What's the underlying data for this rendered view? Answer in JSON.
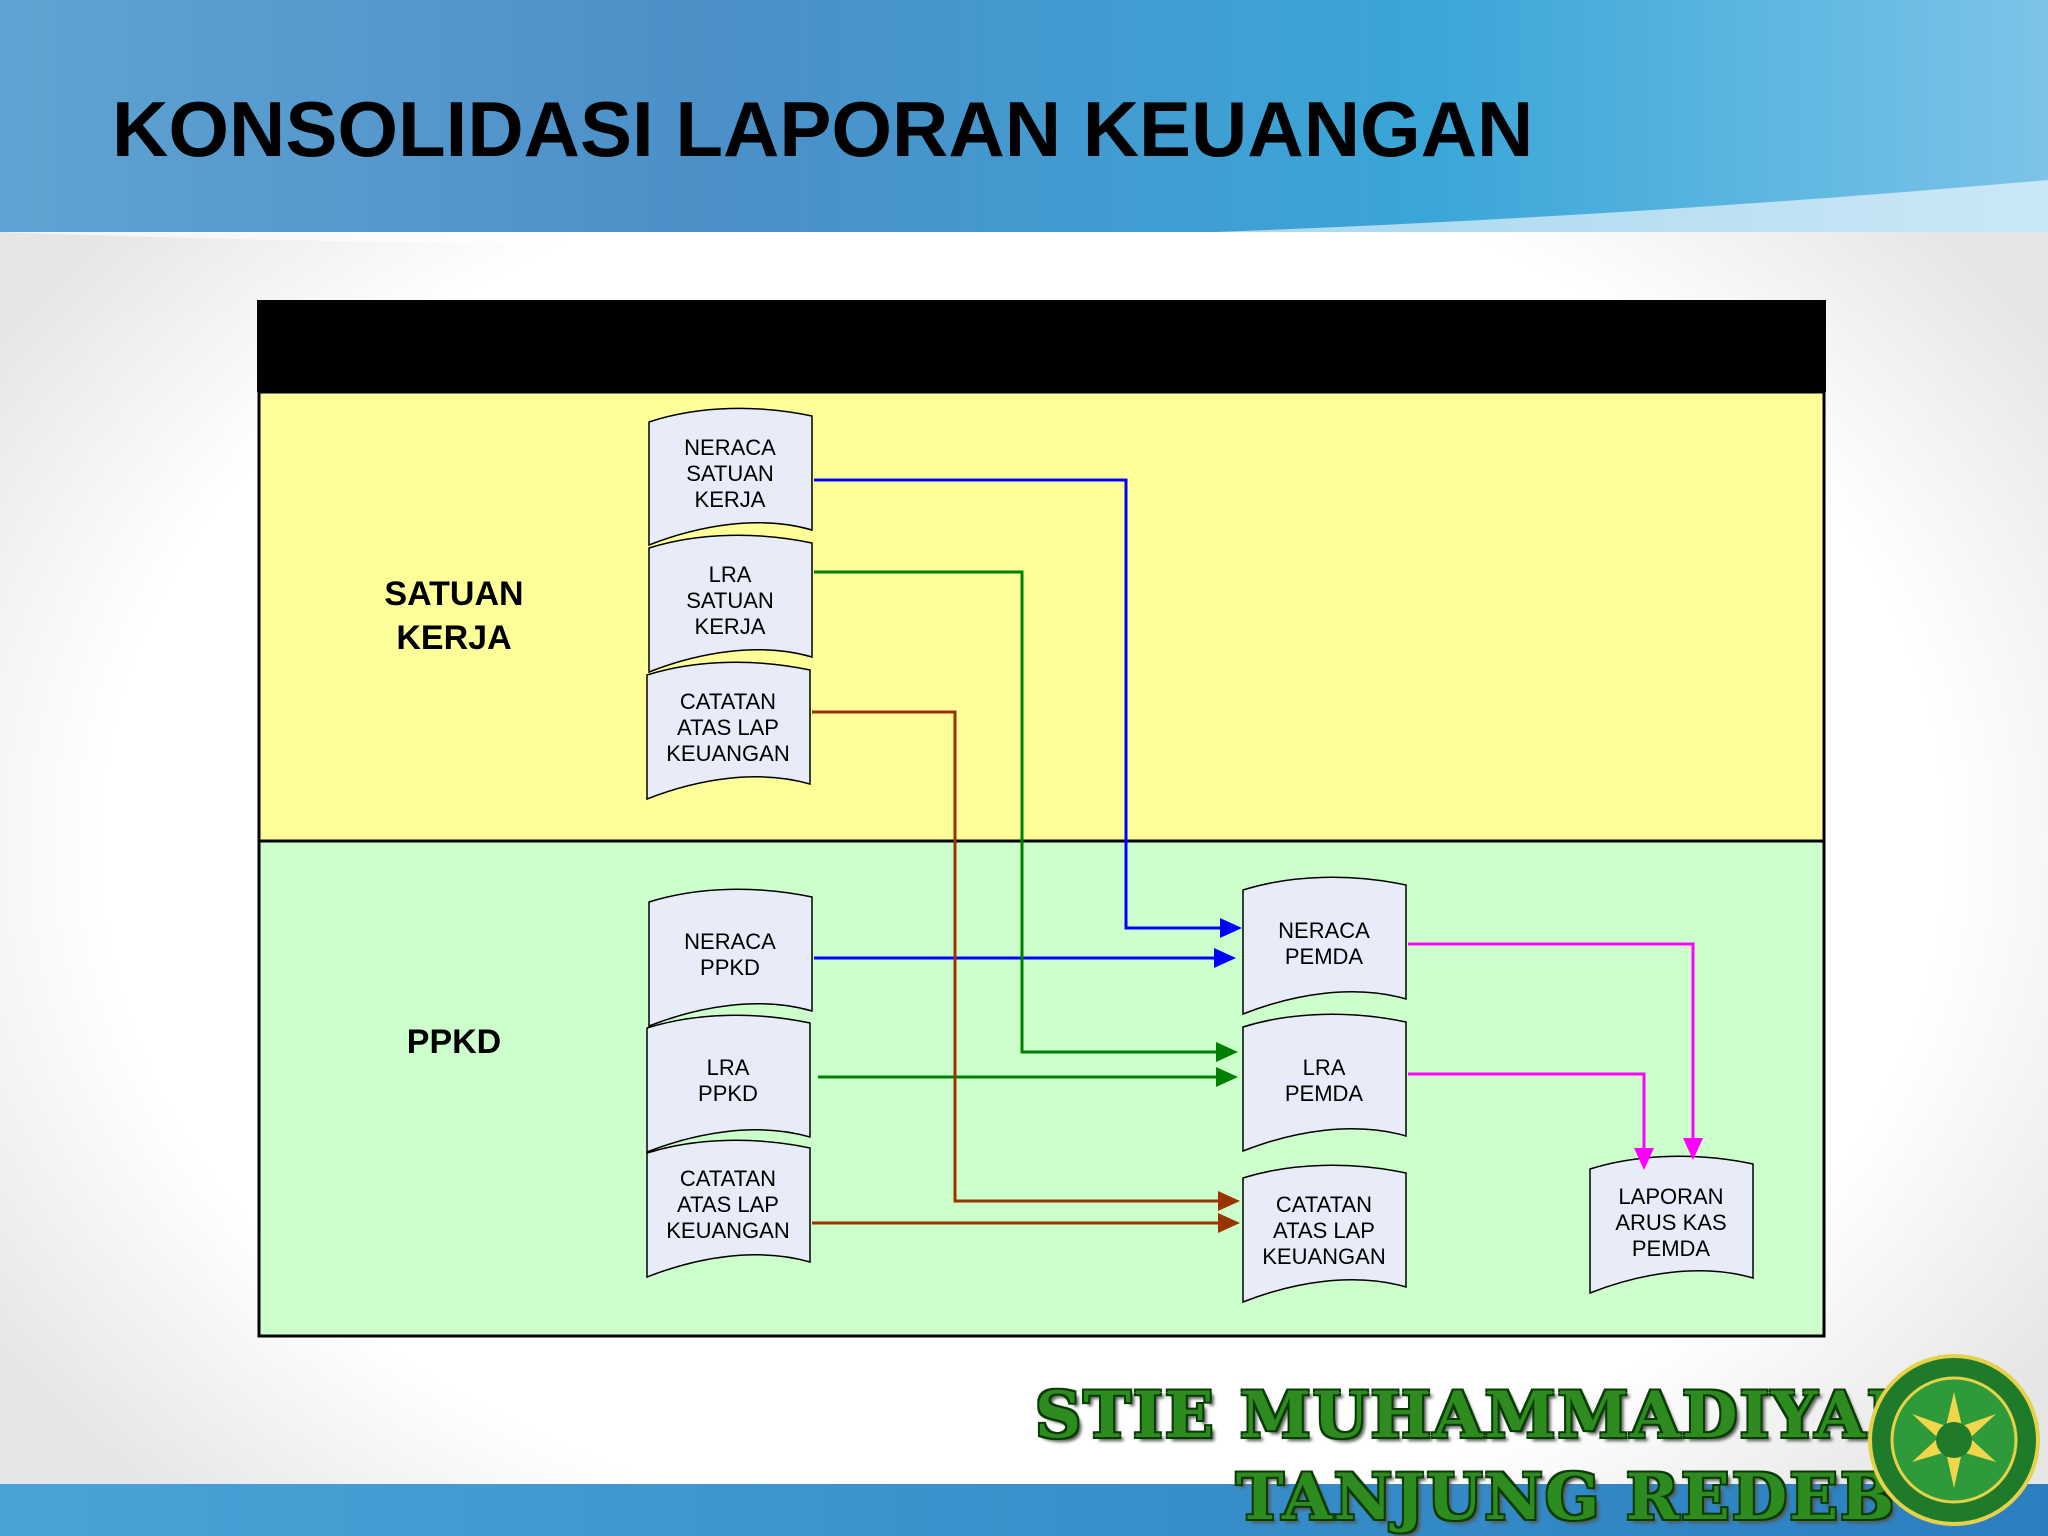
{
  "slide": {
    "title": "KONSOLIDASI LAPORAN KEUANGAN"
  },
  "lanes": {
    "top": "SATUAN\nKERJA",
    "bottom": "PPKD"
  },
  "documents": {
    "neraca_satker": "NERACA\nSATUAN\nKERJA",
    "lra_satker": "LRA\nSATUAN\nKERJA",
    "calk_satker": "CATATAN\nATAS LAP\nKEUANGAN",
    "neraca_ppkd": "NERACA\nPPKD",
    "lra_ppkd": "LRA\nPPKD",
    "calk_ppkd": "CATATAN\nATAS LAP\nKEUANGAN",
    "neraca_pemda": "NERACA\nPEMDA",
    "lra_pemda": "LRA\nPEMDA",
    "calk_pemda": "CATATAN\nATAS LAP\nKEUANGAN",
    "lak_pemda": "LAPORAN\nARUS KAS\nPEMDA"
  },
  "footer": {
    "line1": "STIE MUHAMMADIYAH",
    "line2": "TANJUNG REDEB"
  },
  "colors": {
    "lane_top": "#ffff99",
    "lane_bottom": "#ccffcc",
    "doc_fill": "#e8ecf8",
    "neraca_arrow": "#0000ff",
    "lra_arrow": "#008000",
    "calk_arrow": "#993300",
    "lak_arrow": "#ff00ff"
  }
}
